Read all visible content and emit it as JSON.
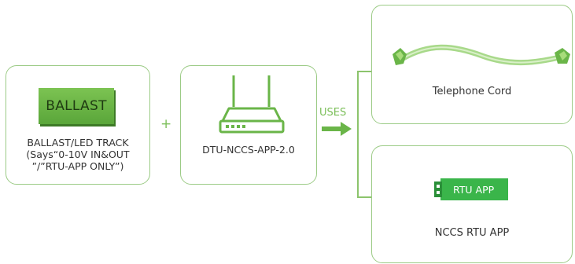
{
  "ballast_card": {
    "badge": "BALLAST",
    "lines": [
      "BALLAST/LED TRACK",
      "(Says“0-10V IN&OUT",
      "”/”RTU-APP ONLY”)"
    ]
  },
  "operator_plus": "+",
  "dtu_card": {
    "label": "DTU-NCCS-APP-2.0"
  },
  "uses_label": "USES",
  "cord_card": {
    "label": "Telephone Cord"
  },
  "rtu_card": {
    "badge": "RTU APP",
    "label": "NCCS RTU APP"
  },
  "colors": {
    "accent_green": "#7cbf5a",
    "border_green": "#9ccb86",
    "ballast_green": "#6ab548",
    "rtu_green": "#3ab54a"
  }
}
